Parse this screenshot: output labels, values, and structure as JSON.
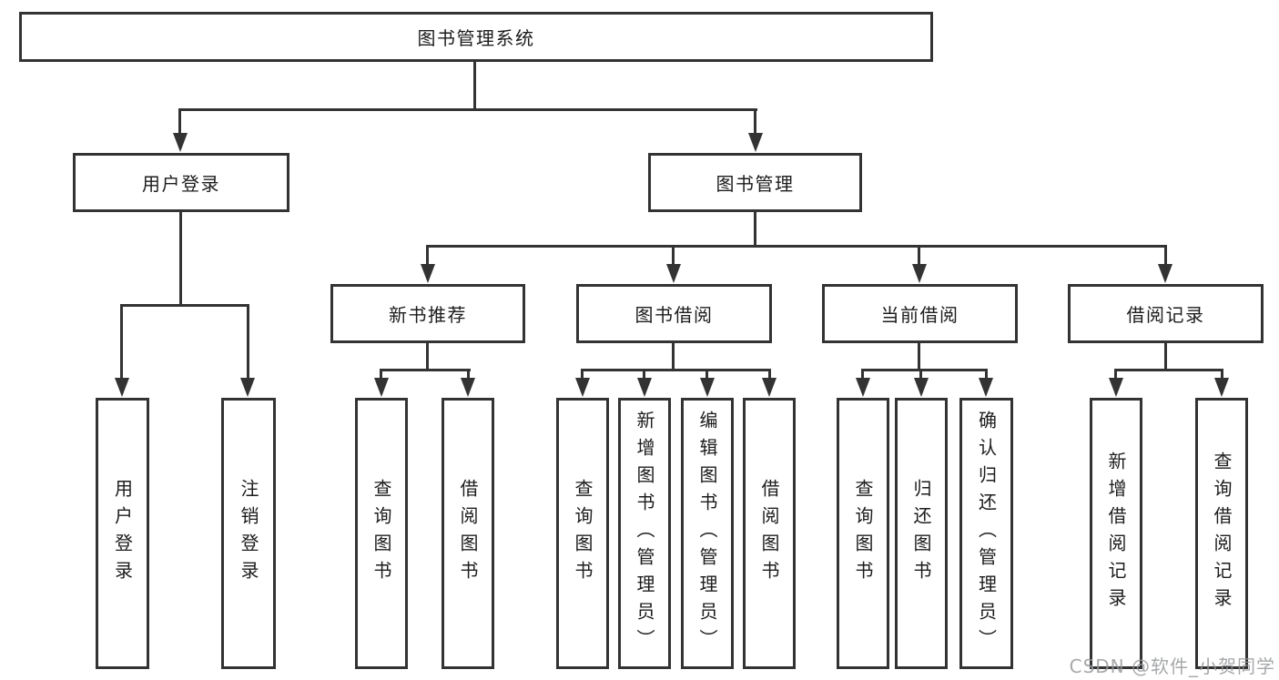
{
  "colors": {
    "line": "#333333",
    "box_border": "#333333",
    "box_background": "#ffffff",
    "text": "#1c1c1c",
    "watermark": "#97999c",
    "page_background": "#ffffff"
  },
  "watermark": {
    "text": "CSDN @软件_小贺同学"
  },
  "tree": {
    "label": "图书管理系统",
    "children": [
      {
        "label": "用户登录",
        "children": [
          {
            "label": "用户登录"
          },
          {
            "label": "注销登录"
          }
        ]
      },
      {
        "label": "图书管理",
        "children": [
          {
            "label": "新书推荐",
            "children": [
              {
                "label": "查询图书"
              },
              {
                "label": "借阅图书"
              }
            ]
          },
          {
            "label": "图书借阅",
            "children": [
              {
                "label": "查询图书"
              },
              {
                "label": "新增图书（管理员）"
              },
              {
                "label": "编辑图书（管理员）"
              },
              {
                "label": "借阅图书"
              }
            ]
          },
          {
            "label": "当前借阅",
            "children": [
              {
                "label": "查询图书"
              },
              {
                "label": "归还图书"
              },
              {
                "label": "确认归还（管理员）"
              }
            ]
          },
          {
            "label": "借阅记录",
            "children": [
              {
                "label": "新增借阅记录"
              },
              {
                "label": "查询借阅记录"
              }
            ]
          }
        ]
      }
    ]
  }
}
